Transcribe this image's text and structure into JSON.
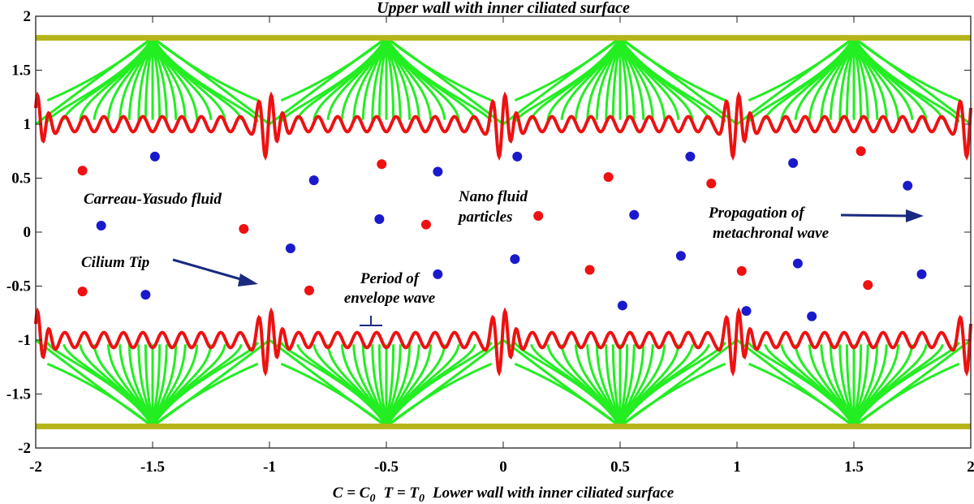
{
  "figure": {
    "title": "Upper wall with inner ciliated surface",
    "xlabel_c": "C = C",
    "xlabel_c_sub": "0",
    "xlabel_t": "T = T",
    "xlabel_t_sub": "0",
    "xlabel_rest": "Lower wall with inner ciliated surface",
    "annotations": {
      "fluid": "Carreau-Yasudo fluid",
      "cilium_tip": "Cilium Tip",
      "period_line1": "Period of",
      "period_line2": "envelope wave",
      "nano_line1": "Nano fluid",
      "nano_line2": "particles",
      "propagation_line1": "Propagation of",
      "propagation_line2": "metachronal wave"
    },
    "colors": {
      "wall": "#b5b51a",
      "cilia": "#22ee22",
      "envelope": "#ee1111",
      "particle_red": "#ee1111",
      "particle_blue": "#1a1acc",
      "arrow": "#1a2a80"
    }
  },
  "chart_data": {
    "type": "diagram-plot",
    "xlim": [
      -2,
      2
    ],
    "ylim": [
      -2,
      2
    ],
    "x_ticks": [
      -2,
      -1.5,
      -1,
      -0.5,
      0,
      0.5,
      1,
      1.5,
      2
    ],
    "x_tick_labels": [
      "-2",
      "-1.5",
      "-1",
      "-0.5",
      "0",
      "0.5",
      "1",
      "1.5",
      "2"
    ],
    "y_ticks": [
      2,
      1.5,
      1,
      0.5,
      0,
      -0.5,
      -1,
      -1.5,
      -2
    ],
    "y_tick_labels": [
      "2",
      "1.5",
      "1",
      "0.5",
      "0",
      "-0.5",
      "-1",
      "-1.5",
      "-2"
    ],
    "walls_y": [
      1.8,
      -1.8
    ],
    "cilia_anchor_x": [
      -1.5,
      -0.5,
      0.5,
      1.5
    ],
    "envelope_period": 1,
    "envelope_peak_x": [
      -2,
      -1,
      0,
      1,
      2
    ],
    "red_particles": [
      [
        -1.8,
        0.57
      ],
      [
        -1.11,
        0.03
      ],
      [
        -0.52,
        0.63
      ],
      [
        -0.33,
        0.07
      ],
      [
        0.15,
        0.15
      ],
      [
        0.45,
        0.51
      ],
      [
        0.89,
        0.45
      ],
      [
        1.53,
        0.75
      ],
      [
        -1.8,
        -0.55
      ],
      [
        -0.83,
        -0.54
      ],
      [
        0.37,
        -0.35
      ],
      [
        1.02,
        -0.36
      ],
      [
        1.56,
        -0.49
      ]
    ],
    "blue_particles": [
      [
        -1.49,
        0.7
      ],
      [
        -1.72,
        0.06
      ],
      [
        -0.81,
        0.48
      ],
      [
        -0.28,
        0.56
      ],
      [
        -0.53,
        0.12
      ],
      [
        0.06,
        0.7
      ],
      [
        0.56,
        0.16
      ],
      [
        0.8,
        0.7
      ],
      [
        1.24,
        0.64
      ],
      [
        1.73,
        0.43
      ],
      [
        -0.91,
        -0.15
      ],
      [
        -1.53,
        -0.58
      ],
      [
        -0.28,
        -0.39
      ],
      [
        0.05,
        -0.25
      ],
      [
        0.76,
        -0.22
      ],
      [
        0.51,
        -0.68
      ],
      [
        1.26,
        -0.29
      ],
      [
        1.79,
        -0.39
      ],
      [
        1.04,
        -0.73
      ],
      [
        1.32,
        -0.78
      ]
    ]
  }
}
